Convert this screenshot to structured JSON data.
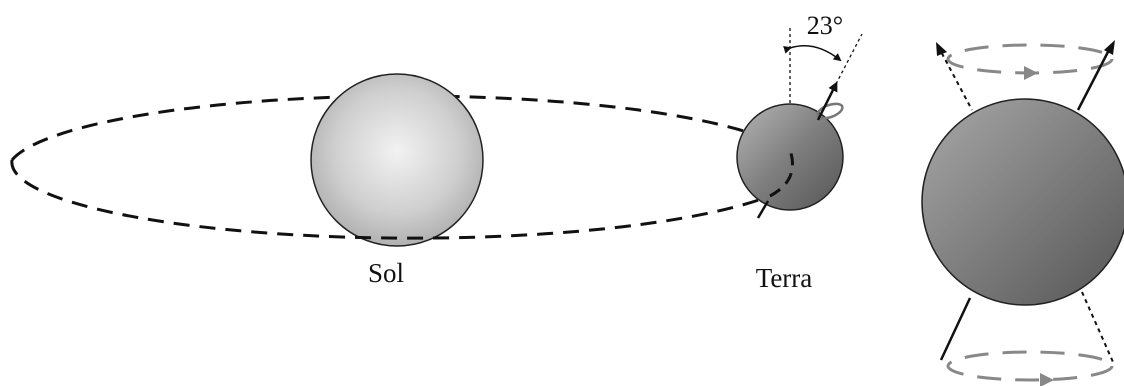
{
  "labels": {
    "sun": "Sol",
    "earth": "Terra",
    "tilt_angle": "23°"
  },
  "colors": {
    "orbit_line": "#111111",
    "precession_line": "#888888",
    "outline": "#222222"
  }
}
